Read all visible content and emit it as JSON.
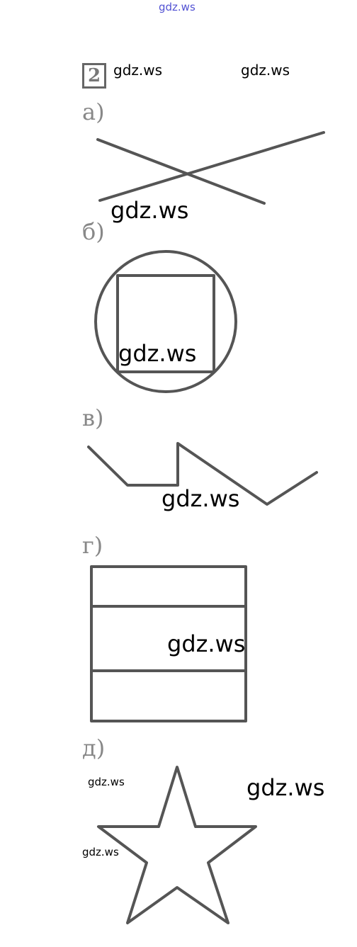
{
  "watermarks": {
    "top": "gdz.ws",
    "w1": "gdz.ws",
    "w2": "gdz.ws",
    "w3": "gdz.ws",
    "w4": "gdz.ws",
    "w5": "gdz.ws",
    "w6": "gdz.ws",
    "w7": "gdz.ws",
    "w8": "gdz.ws",
    "w9": "gdz.ws"
  },
  "task": {
    "number": "2"
  },
  "labels": {
    "a": "а)",
    "b": "б)",
    "v": "в)",
    "g": "г)",
    "d": "д)"
  },
  "colors": {
    "stroke": "#555555",
    "label": "#888888",
    "watermark_link": "#3333cc"
  }
}
